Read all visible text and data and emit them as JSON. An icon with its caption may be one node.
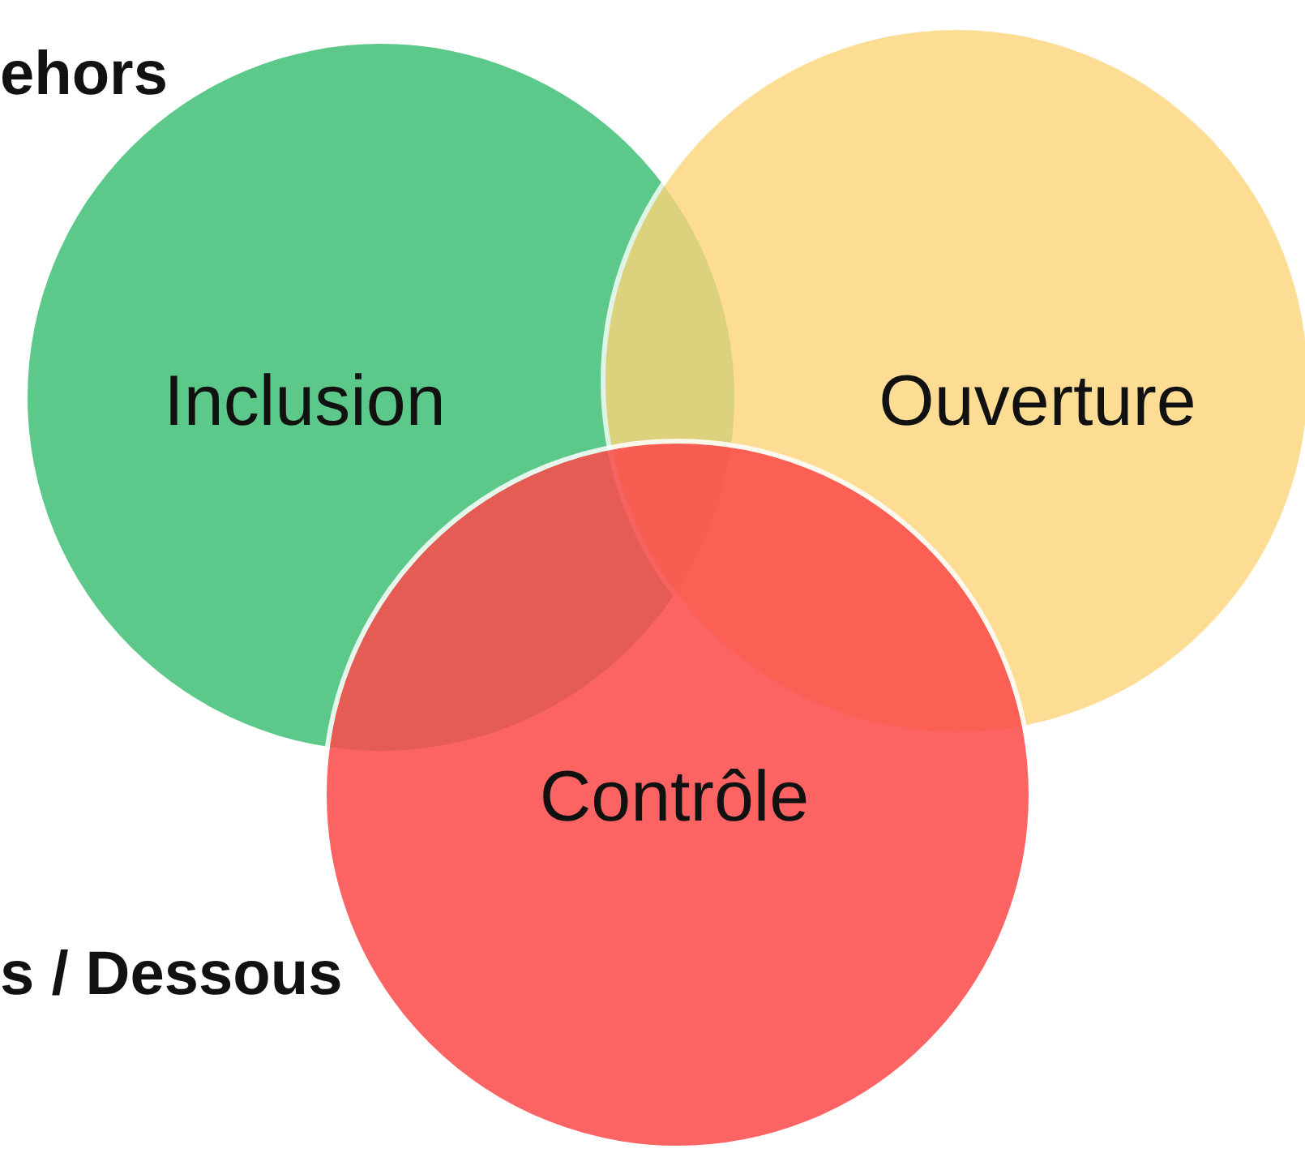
{
  "diagram": {
    "nodes": [
      {
        "text": [
          "Inclusion"
        ]
      },
      {
        "text": [
          "Ouverture"
        ]
      },
      {
        "text": [
          "Contrôle"
        ]
      }
    ],
    "labels": [
      "ehors",
      "s / Dessous"
    ]
  }
}
